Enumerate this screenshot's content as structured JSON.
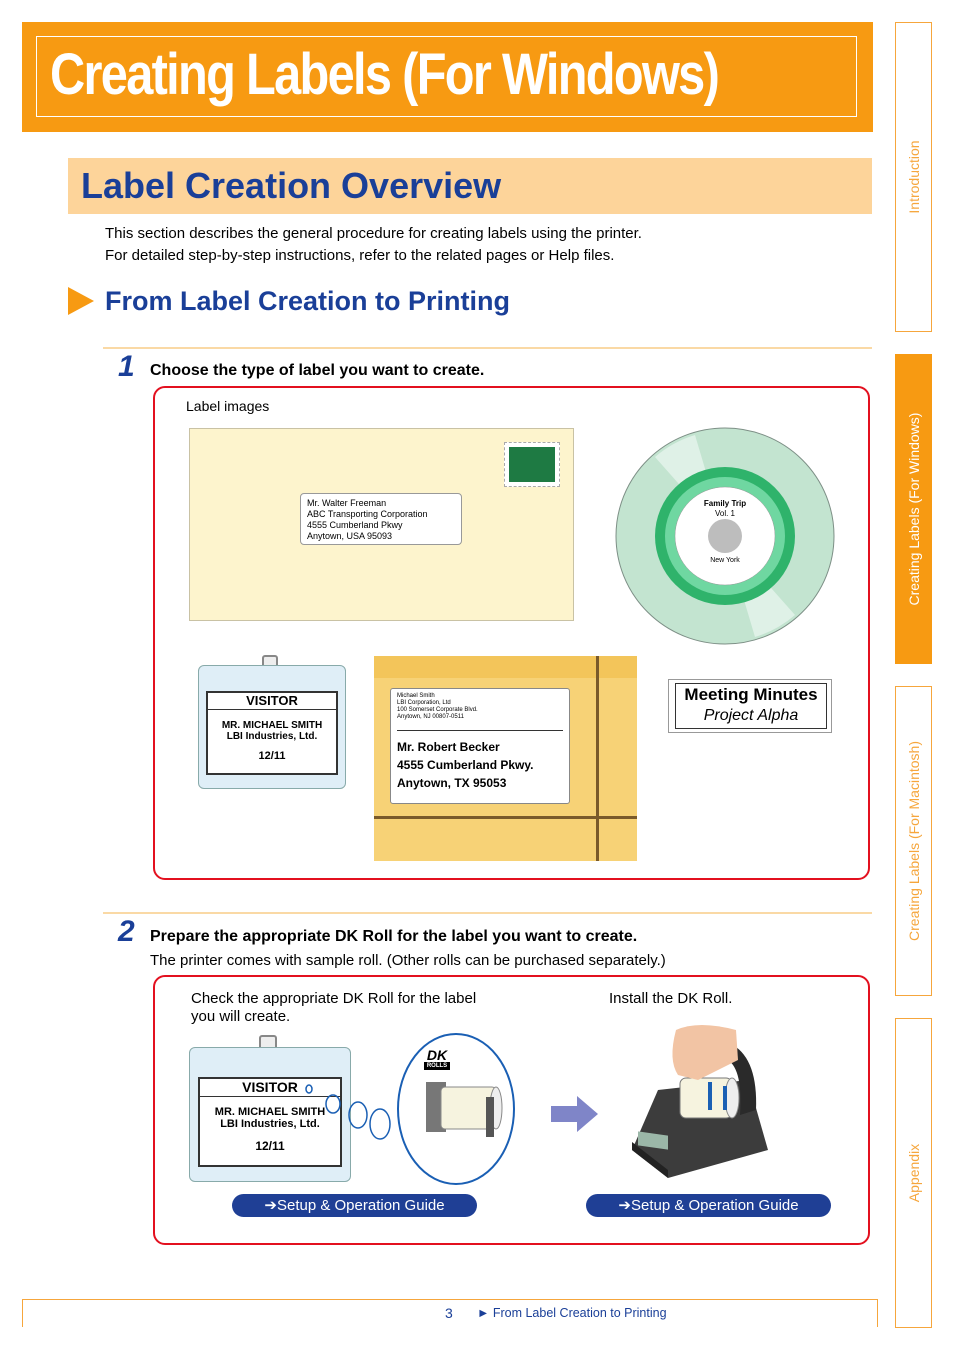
{
  "chapter_title": "Creating Labels (For Windows)",
  "section_title": "Label Creation Overview",
  "intro": {
    "line1": "This section describes the general procedure for creating labels using the printer.",
    "line2": "For detailed step-by-step instructions, refer to the related pages or Help files."
  },
  "subsection_title": "From Label Creation to Printing",
  "step1": {
    "number": "1",
    "text": "Choose the type of label you want to create.",
    "caption": "Label images",
    "envelope_address": [
      "Mr. Walter Freeman",
      "ABC Transporting Corporation",
      "4555 Cumberland Pkwy",
      "Anytown, USA 95093"
    ],
    "cd_label": {
      "line1": "Family Trip",
      "line2": "Vol. 1",
      "line3": "New York"
    },
    "badge": {
      "title": "VISITOR",
      "name": "MR. MICHAEL SMITH",
      "company": "LBI Industries, Ltd.",
      "date": "12/11"
    },
    "package": {
      "sender": [
        "Michael Smith",
        "LBI Corporation, Ltd",
        "100 Somerset Corporate Blvd.",
        "Anytown, NJ  00807-0511"
      ],
      "recipient": [
        "Mr. Robert Becker",
        "4555 Cumberland Pkwy.",
        "Anytown, TX  95053"
      ]
    },
    "file_label": {
      "line1": "Meeting Minutes",
      "line2": "Project Alpha"
    }
  },
  "step2": {
    "number": "2",
    "text": "Prepare the appropriate DK Roll  for the label you want to create.",
    "subtext": "The printer comes with sample roll. (Other rolls can be purchased separately.)",
    "left_caption_line1": "Check the appropriate DK Roll  for the label",
    "left_caption_line2": "you will create.",
    "right_caption": "Install the DK Roll.",
    "badge": {
      "title": "VISITOR",
      "name": "MR. MICHAEL SMITH",
      "company": "LBI Industries, Ltd.",
      "date": "12/11"
    },
    "dk_logo_top": "DK",
    "dk_logo_bottom": "ROLLS",
    "guide_left": "➔Setup & Operation Guide",
    "guide_right": "➔Setup & Operation Guide"
  },
  "tabs": {
    "introduction": "Introduction",
    "windows": "Creating Labels (For Windows)",
    "macintosh": "Creating Labels (For Macintosh)",
    "appendix": "Appendix"
  },
  "footer": {
    "page": "3",
    "link": "► From Label Creation to Printing"
  },
  "colors": {
    "orange": "#f79a12",
    "blue": "#1a3f98",
    "red": "#e3101f"
  }
}
